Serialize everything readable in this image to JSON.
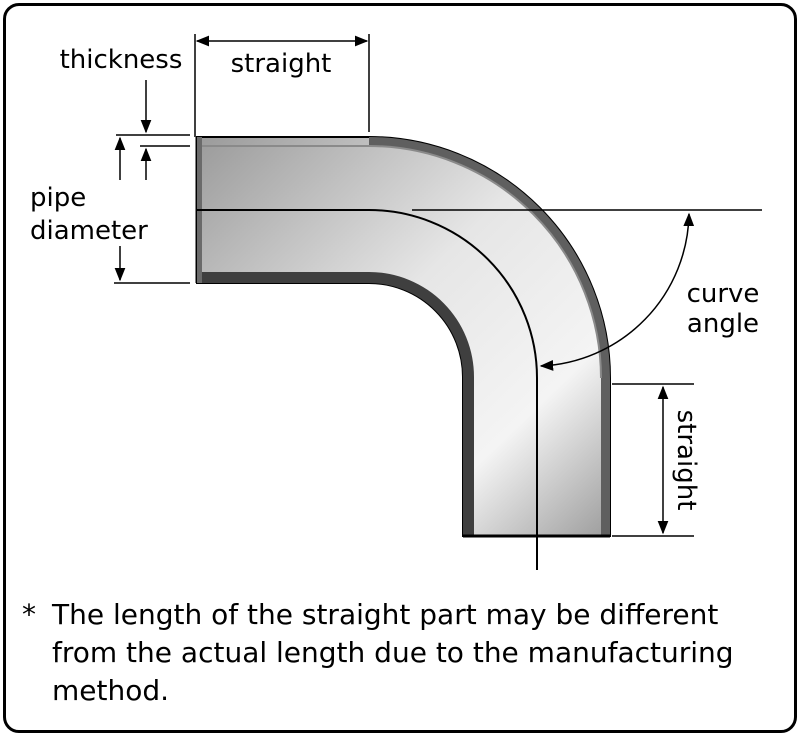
{
  "labels": {
    "thickness": "thickness",
    "straight_top": "straight",
    "pipe": "pipe",
    "diameter": "diameter",
    "curve": "curve",
    "angle": "angle",
    "straight_right": "straight"
  },
  "note": {
    "marker": "*",
    "text": "The length of the straight part may be different\nfrom the actual length due to the manufacturing\nmethod."
  },
  "colors": {
    "pipe_light": "#f2f2f2",
    "pipe_mid": "#c0c0c0",
    "pipe_dark": "#7a7a7a",
    "outline": "#000000"
  }
}
